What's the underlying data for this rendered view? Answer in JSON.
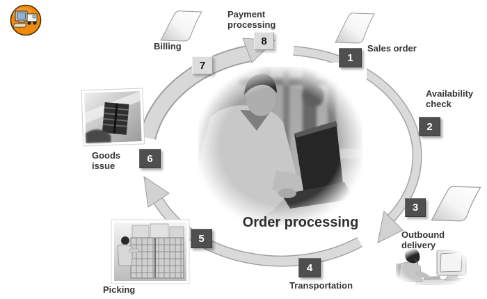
{
  "title": "Order processing",
  "steps": [
    {
      "num": "1",
      "label": "Sales order"
    },
    {
      "num": "2",
      "label": "Availability check"
    },
    {
      "num": "3",
      "label": "Outbound delivery"
    },
    {
      "num": "4",
      "label": "Transportation"
    },
    {
      "num": "5",
      "label": "Picking"
    },
    {
      "num": "6",
      "label": "Goods issue"
    },
    {
      "num": "7",
      "label": "Billing"
    },
    {
      "num": "8",
      "label": "Payment processing"
    }
  ],
  "icons": {
    "logo": "computer-and-truck-logistics-logo",
    "papers": [
      "billing-document",
      "sales-order-document",
      "outbound-delivery-document"
    ],
    "photos": {
      "center": "man-with-laptop-in-factory",
      "goods_issue": "truck-being-loaded",
      "picking": "warehouse-picker-with-cage-pallets",
      "outbound_delivery": "operator-at-computer"
    }
  },
  "colors": {
    "accent_orange": "#F08A0C",
    "badge_dark_bg": "#4F4F4F",
    "badge_dark_text": "#FFFFFF",
    "badge_light_bg": "#DCDCDC",
    "badge_light_text": "#161616",
    "ring_gray": "#D9D9D9",
    "ring_edge": "#A3A3A3",
    "label_text": "#353535"
  }
}
